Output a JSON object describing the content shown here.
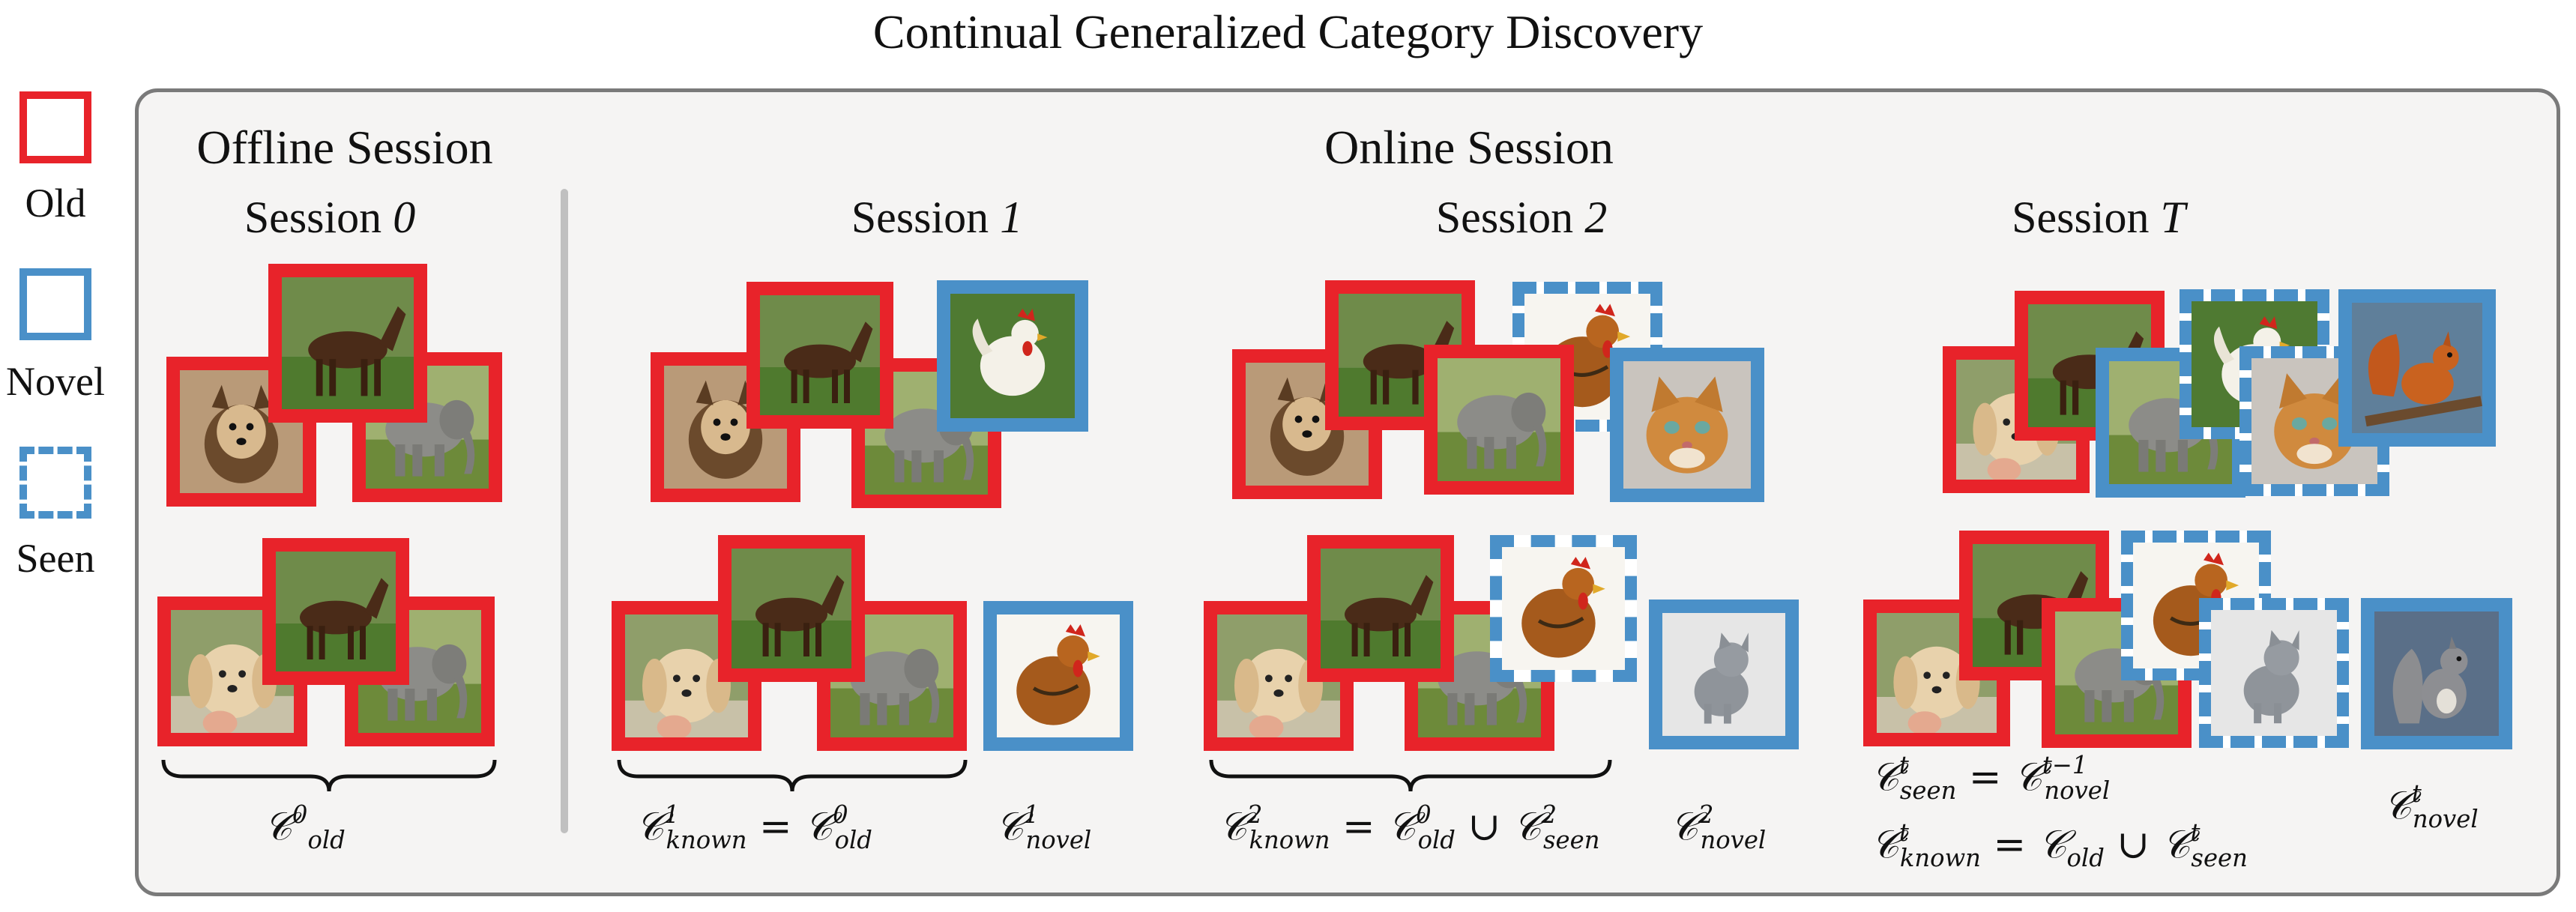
{
  "title": "Continual Generalized Category Discovery",
  "legend": [
    {
      "label": "Old",
      "style": "solid",
      "color": "#e8232a"
    },
    {
      "label": "Novel",
      "style": "solid",
      "color": "#4a90c8"
    },
    {
      "label": "Seen",
      "style": "dashed",
      "color": "#4a90c8"
    }
  ],
  "headers": {
    "offline": "Offline Session",
    "online": "Online Session"
  },
  "sessions": {
    "s0": {
      "prefix": "Session ",
      "num": "0"
    },
    "s1": {
      "prefix": "Session ",
      "num": "1"
    },
    "s2": {
      "prefix": "Session ",
      "num": "2"
    },
    "sT": {
      "prefix": "Session ",
      "num": "T"
    }
  },
  "images": {
    "dog": "dog",
    "horse": "horse",
    "elephant": "elephant",
    "rooster": "rooster",
    "hen": "hen",
    "cat": "cat",
    "squirrel": "squirrel",
    "gray_cat": "gray-cat",
    "puppy": "puppy"
  },
  "formulas": {
    "c_old_0": {
      "base": "𝒞",
      "sub": "old",
      "sup": "0"
    },
    "c_known_1": {
      "base": "𝒞",
      "sub": "known",
      "sup": "1"
    },
    "eq": "=",
    "cup": "∪",
    "c_old_0b": {
      "base": "𝒞",
      "sub": "old",
      "sup": "0"
    },
    "c_novel_1": {
      "base": "𝒞",
      "sub": "novel",
      "sup": "1"
    },
    "c_known_2": {
      "base": "𝒞",
      "sub": "known",
      "sup": "2"
    },
    "c_seen_2": {
      "base": "𝒞",
      "sub": "seen",
      "sup": "2"
    },
    "c_novel_2": {
      "base": "𝒞",
      "sub": "novel",
      "sup": "2"
    },
    "c_seen_t": {
      "base": "𝒞",
      "sub": "seen",
      "sup": "t"
    },
    "c_novel_tm1": {
      "base": "𝒞",
      "sub": "novel",
      "sup": "t−1"
    },
    "c_known_t": {
      "base": "𝒞",
      "sub": "known",
      "sup": "t"
    },
    "c_old": {
      "base": "𝒞",
      "sub": "old",
      "sup": ""
    },
    "c_novel_t": {
      "base": "𝒞",
      "sub": "novel",
      "sup": "t"
    }
  }
}
